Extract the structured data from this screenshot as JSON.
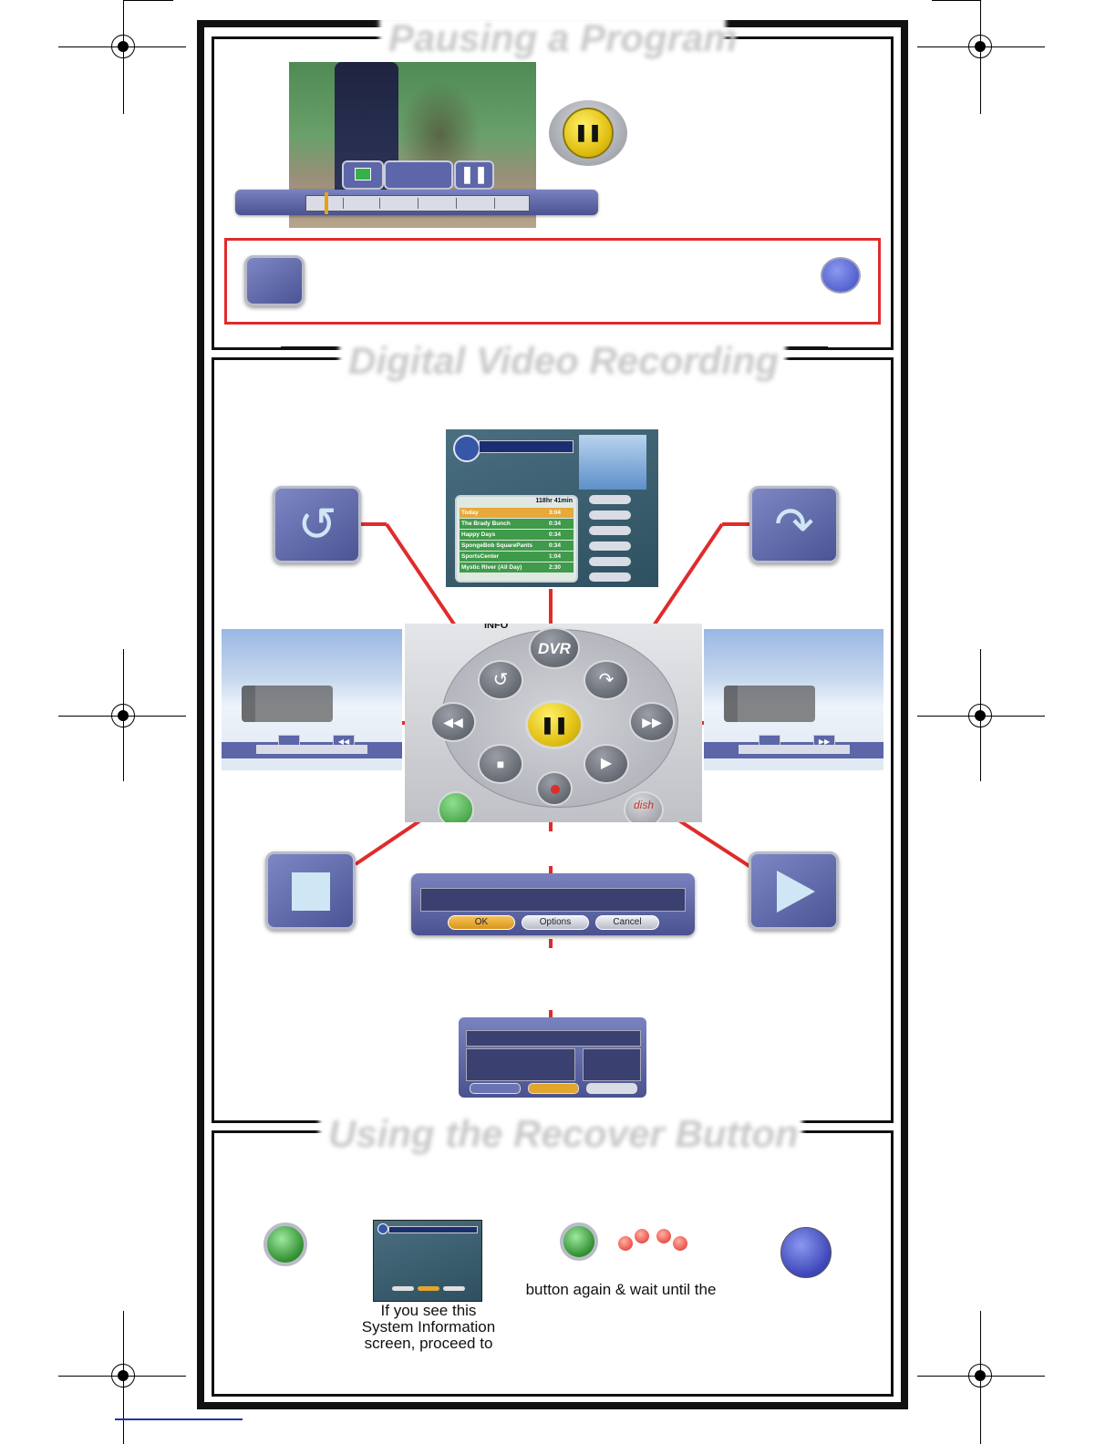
{
  "sections": {
    "pausing": {
      "title": "Pausing a Program"
    },
    "dvr": {
      "title": "Digital Video Recording"
    },
    "recover": {
      "title": "Using the Recover Button"
    }
  },
  "dvr_menu": {
    "remaining": "118hr 41min",
    "rows": [
      {
        "name": "Today",
        "time": "3:04"
      },
      {
        "name": "The Brady Bunch",
        "time": "0:34"
      },
      {
        "name": "Happy Days",
        "time": "0:34"
      },
      {
        "name": "SpongeBob SquarePants",
        "time": "0:34"
      },
      {
        "name": "SportsCenter",
        "time": "1:04"
      },
      {
        "name": "Mystic River (All Day)",
        "time": "2:30"
      }
    ]
  },
  "remote": {
    "info_label": "INFO",
    "dvr_label": "DVR",
    "logo_label": "dish"
  },
  "record_dialog": {
    "ok_label": "OK",
    "options_label": "Options",
    "cancel_label": "Cancel"
  },
  "recover": {
    "caption_screen": [
      "If you see this",
      "System Information",
      "screen, proceed to"
    ],
    "caption_again": "button again & wait until the"
  },
  "colors": {
    "red_line": "#e02b2b",
    "button_blue": "#5c66a8",
    "pause_yellow": "#e8d21b",
    "power_green": "#33a033"
  }
}
